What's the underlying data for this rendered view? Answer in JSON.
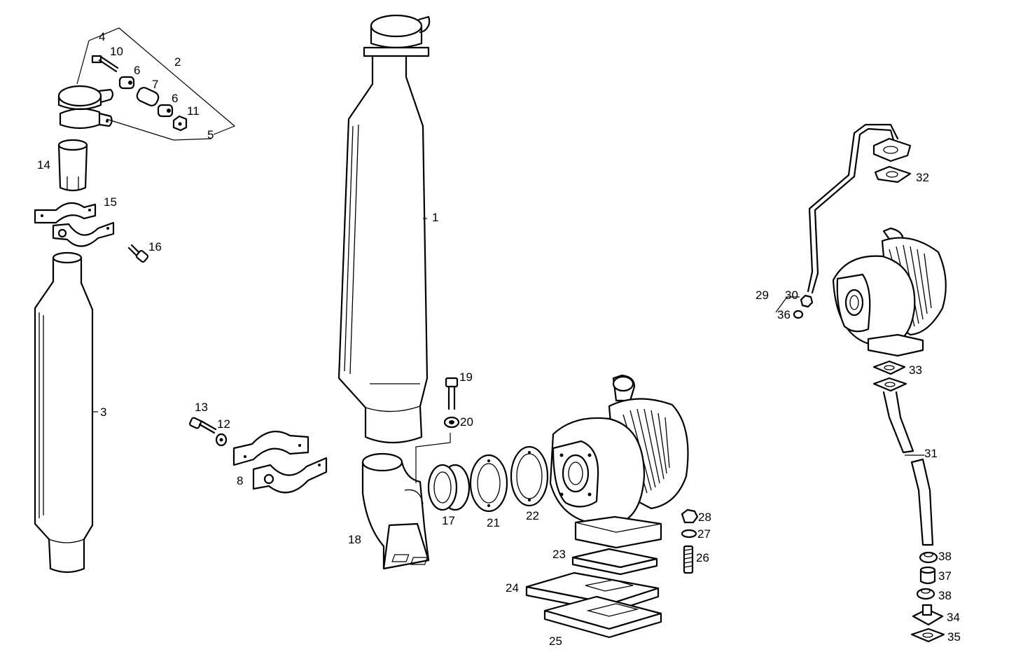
{
  "labels": {
    "p1": "1",
    "p2": "2",
    "p3": "3",
    "p4": "4",
    "p5": "5",
    "p6a": "6",
    "p6b": "6",
    "p7": "7",
    "p8": "8",
    "p10": "10",
    "p11": "11",
    "p12": "12",
    "p13": "13",
    "p14": "14",
    "p15": "15",
    "p16": "16",
    "p17": "17",
    "p18": "18",
    "p19": "19",
    "p20": "20",
    "p21": "21",
    "p22": "22",
    "p23": "23",
    "p24": "24",
    "p25": "25",
    "p26": "26",
    "p27": "27",
    "p28": "28",
    "p29": "29",
    "p30": "30",
    "p31": "31",
    "p32": "32",
    "p33": "33",
    "p34": "34",
    "p35": "35",
    "p36": "36",
    "p37": "37",
    "p38a": "38",
    "p38b": "38"
  }
}
